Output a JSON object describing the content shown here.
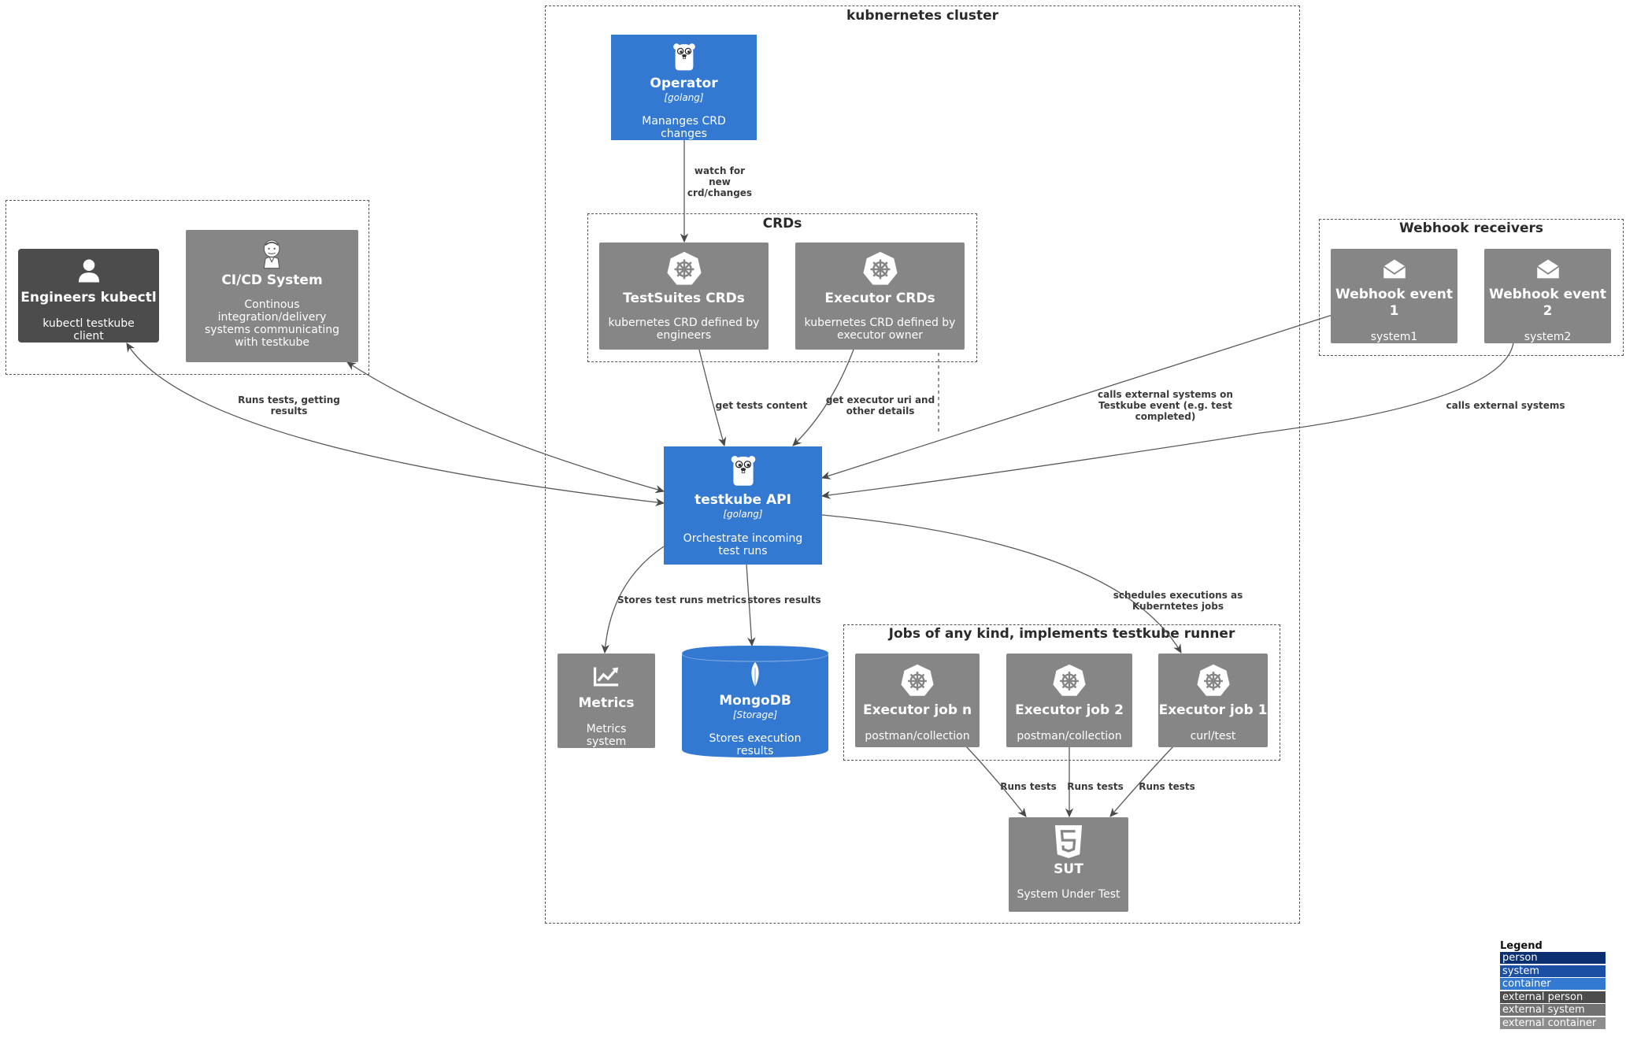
{
  "boundaries": {
    "k8s": "kubnernetes cluster",
    "crds": "CRDs",
    "webhooks": "Webhook receivers",
    "jobs": "Jobs of any kind, implements testkube runner",
    "users": ""
  },
  "nodes": {
    "operator": {
      "name": "Operator",
      "tech": "[golang]",
      "desc": "Mananges CRD changes"
    },
    "testsuites": {
      "name": "TestSuites CRDs",
      "desc": "kubernetes CRD defined by engineers"
    },
    "executor_crds": {
      "name": "Executor CRDs",
      "desc": "kubernetes CRD defined by executor owner"
    },
    "engineers": {
      "name": "Engineers kubectl",
      "desc": "kubectl testkube client"
    },
    "cicd": {
      "name": "CI/CD System",
      "desc": "Continous integration/delivery systems communicating with testkube"
    },
    "webhook1": {
      "name": "Webhook event 1",
      "desc": "system1"
    },
    "webhook2": {
      "name": "Webhook event 2",
      "desc": "system2"
    },
    "api": {
      "name": "testkube API",
      "tech": "[golang]",
      "desc": "Orchestrate incoming test runs"
    },
    "metrics": {
      "name": "Metrics",
      "desc": "Metrics system"
    },
    "mongodb": {
      "name": "MongoDB",
      "tech": "[Storage]",
      "desc": "Stores execution results"
    },
    "job_n": {
      "name": "Executor job n",
      "desc": "postman/collection"
    },
    "job_2": {
      "name": "Executor job 2",
      "desc": "postman/collection"
    },
    "job_1": {
      "name": "Executor job 1",
      "desc": "curl/test"
    },
    "sut": {
      "name": "SUT",
      "desc": "System Under Test"
    }
  },
  "edges": {
    "watch": "watch for new crd/changes",
    "get_tests": "get tests content",
    "get_executor": "get executor uri and other details",
    "runs_tests_getting": "Runs tests, getting results",
    "calls_ext_1": "calls external systems on Testkube event (e.g. test completed)",
    "calls_ext_2": "calls external systems",
    "metrics": "Stores test runs metrics",
    "stores": "stores results",
    "schedules": "schedules executions as Kuberntetes jobs",
    "runs_n": "Runs tests",
    "runs_2": "Runs tests",
    "runs_1": "Runs tests"
  },
  "legend": {
    "title": "Legend",
    "items": [
      {
        "label": "person",
        "color": "#0b3071"
      },
      {
        "label": "system",
        "color": "#1a4fa3"
      },
      {
        "label": "container",
        "color": "#3479d1"
      },
      {
        "label": "external person",
        "color": "#4c4c4c"
      },
      {
        "label": "external system",
        "color": "#727272"
      },
      {
        "label": "external container",
        "color": "#8d8d8d"
      }
    ]
  },
  "icons": {
    "operator": "gopher-icon",
    "api": "gopher-icon",
    "testsuites": "kubernetes-icon",
    "executor_crds": "kubernetes-icon",
    "engineers": "person-icon",
    "cicd": "jenkins-icon",
    "webhook1": "envelope-icon",
    "webhook2": "envelope-icon",
    "metrics": "chart-line-icon",
    "mongodb": "mongodb-leaf-icon",
    "job_n": "kubernetes-icon",
    "job_2": "kubernetes-icon",
    "job_1": "kubernetes-icon",
    "sut": "html5-icon"
  }
}
